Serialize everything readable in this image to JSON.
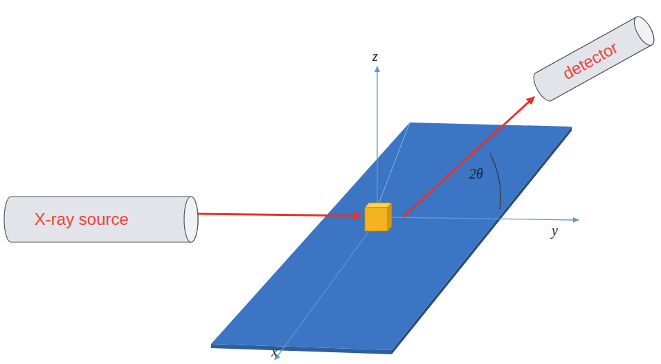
{
  "diagram": {
    "nodes": [
      {
        "text": [
          "X-ray source"
        ]
      },
      {
        "text": [
          "detector"
        ]
      }
    ],
    "labels": [
      "z",
      "y",
      "x",
      "2θ"
    ]
  }
}
